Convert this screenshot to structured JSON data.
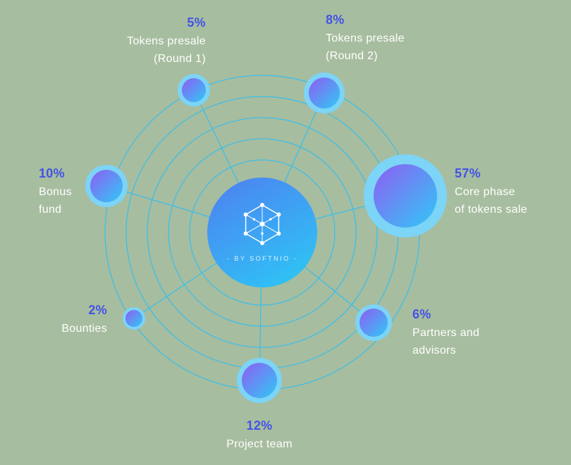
{
  "colors": {
    "background": "#a7bd9f",
    "orbit_line": "#38bfee",
    "percent_text": "#4353e8",
    "label_text": "#ffffff",
    "node_gradient_start": "#8f5df2",
    "node_gradient_end": "#2fc9f6",
    "node_halo": "#7cd4f7",
    "center_gradient_start": "#4d82f2",
    "center_gradient_end": "#2fc2f4"
  },
  "center": {
    "brand_text": "- BY SOFTNIO -",
    "icon": "hexagon-network-icon"
  },
  "nodes": [
    {
      "id": "tokens-presale-round-1",
      "pct": "5%",
      "value": 5,
      "lines": [
        "Tokens presale",
        "(Round 1)"
      ]
    },
    {
      "id": "tokens-presale-round-2",
      "pct": "8%",
      "value": 8,
      "lines": [
        "Tokens presale",
        "(Round 2)"
      ]
    },
    {
      "id": "bonus-fund",
      "pct": "10%",
      "value": 10,
      "lines": [
        "Bonus",
        "fund"
      ]
    },
    {
      "id": "core-phase",
      "pct": "57%",
      "value": 57,
      "lines": [
        "Core phase",
        "of tokens sale"
      ]
    },
    {
      "id": "bounties",
      "pct": "2%",
      "value": 2,
      "lines": [
        "Bounties"
      ]
    },
    {
      "id": "partners-advisors",
      "pct": "6%",
      "value": 6,
      "lines": [
        "Partners and",
        "advisors"
      ]
    },
    {
      "id": "project-team",
      "pct": "12%",
      "value": 12,
      "lines": [
        "Project team"
      ]
    }
  ],
  "chart_data": {
    "type": "pie",
    "title": "",
    "labels": [
      "Tokens presale (Round 1)",
      "Tokens presale (Round 2)",
      "Bonus fund",
      "Core phase of tokens sale",
      "Bounties",
      "Partners and advisors",
      "Project team"
    ],
    "values": [
      5,
      8,
      10,
      57,
      2,
      6,
      12
    ],
    "unit": "%",
    "layout": "radial orbit bubble diagram; bubble size proportional to value; center hub with brand mark; 5 concentric orbit rings with spokes to each bubble"
  }
}
